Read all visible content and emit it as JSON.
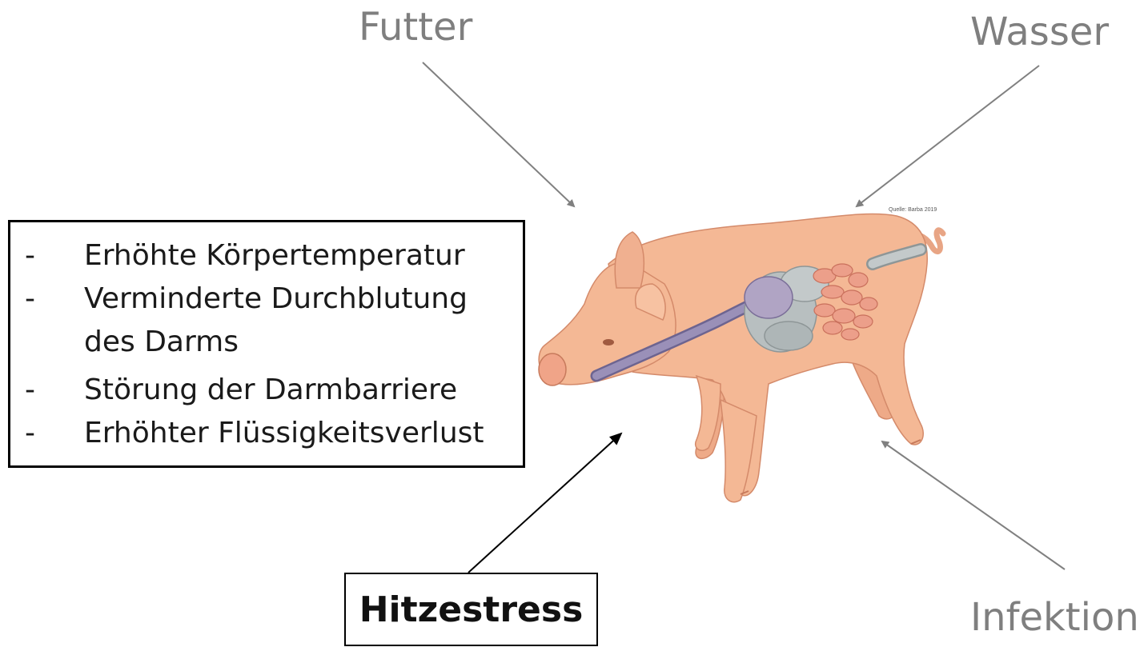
{
  "labels": {
    "futter": "Futter",
    "wasser": "Wasser",
    "infektion": "Infektion",
    "hitzestress": "Hitzestress",
    "source": "Quelle: Barba 2019"
  },
  "effects": [
    {
      "dash": "-",
      "text": "Erhöhte Körpertemperatur"
    },
    {
      "dash": "-",
      "text": "Verminderte Durchblutung"
    },
    {
      "dash": "",
      "text": "des Darms"
    },
    {
      "dash": "-",
      "text": "Störung der Darmbarriere"
    },
    {
      "dash": "-",
      "text": "Erhöhter Flüssigkeitsverlust"
    }
  ],
  "colors": {
    "grey_label": "#7f7f7f",
    "arrow_grey": "#808080",
    "pig_skin": "#f4b895",
    "pig_outline": "#d48a6a",
    "esophagus": "#8c82a8",
    "stomach": "#b0a4c4",
    "intestine_small": "#e99a86",
    "intestine_large": "#b8bfc0"
  }
}
